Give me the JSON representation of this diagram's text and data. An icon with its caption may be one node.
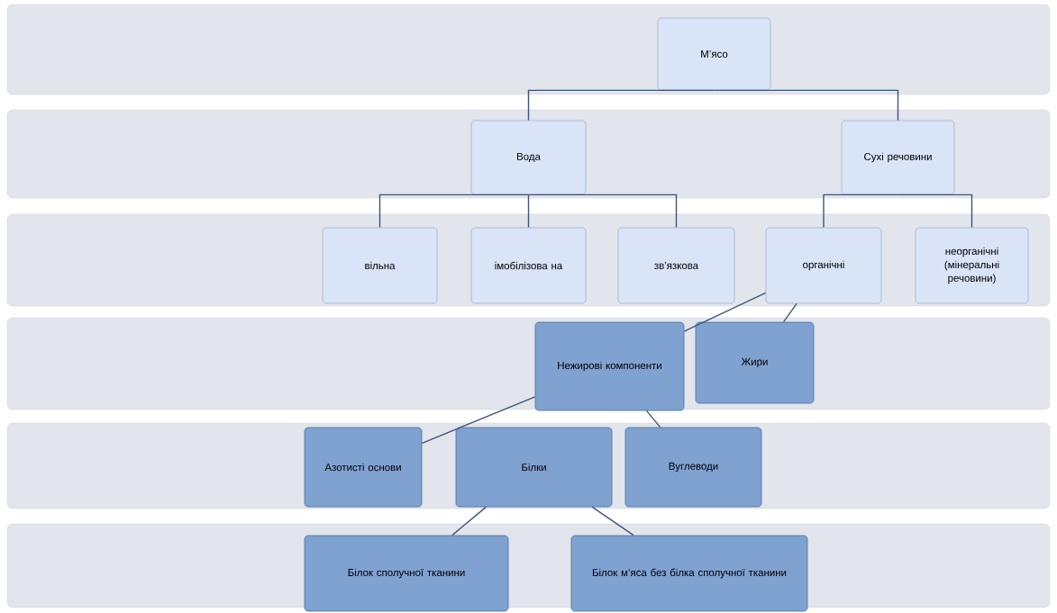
{
  "diagram": {
    "nodes": [
      {
        "text": [
          "М’ясо"
        ]
      },
      {
        "text": [
          "Вода"
        ]
      },
      {
        "text": [
          "Сухі речовини"
        ]
      },
      {
        "text": [
          "вільна"
        ]
      },
      {
        "text": [
          "імобілізова на"
        ]
      },
      {
        "text": [
          "зв’язкова"
        ]
      },
      {
        "text": [
          "органічні"
        ]
      },
      {
        "text": [
          "неорганічні (мінеральні речовини)"
        ]
      },
      {
        "text": [
          "Нежирові компоненти"
        ]
      },
      {
        "text": [
          "Жири"
        ]
      },
      {
        "text": [
          "Азотисті основи"
        ]
      },
      {
        "text": [
          "Білки"
        ]
      },
      {
        "text": [
          "Вуглеводи"
        ]
      },
      {
        "text": [
          "Білок сполучної тканини"
        ]
      },
      {
        "text": [
          "Білок м’яса без білка сполучної тканини"
        ]
      }
    ],
    "edges": [
      {
        "from": 0,
        "to": 1,
        "arrow": "none"
      },
      {
        "from": 0,
        "to": 2,
        "arrow": "none"
      },
      {
        "from": 1,
        "to": 3,
        "arrow": "none"
      },
      {
        "from": 1,
        "to": 4,
        "arrow": "none"
      },
      {
        "from": 1,
        "to": 5,
        "arrow": "none"
      },
      {
        "from": 2,
        "to": 6,
        "arrow": "none"
      },
      {
        "from": 2,
        "to": 7,
        "arrow": "none"
      },
      {
        "from": 6,
        "to": 8,
        "arrow": "none"
      },
      {
        "from": 6,
        "to": 9,
        "arrow": "none"
      },
      {
        "from": 8,
        "to": 10,
        "arrow": "none"
      },
      {
        "from": 8,
        "to": 12,
        "arrow": "none"
      },
      {
        "from": 11,
        "to": 13,
        "arrow": "none"
      },
      {
        "from": 11,
        "to": 14,
        "arrow": "none"
      }
    ]
  }
}
